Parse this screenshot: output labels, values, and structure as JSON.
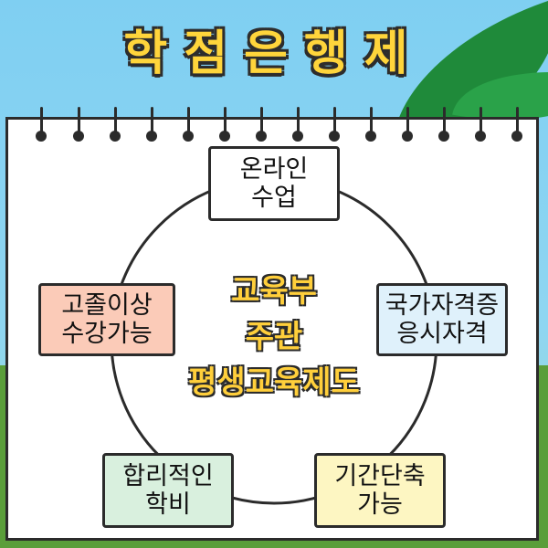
{
  "title": "학점은행제",
  "center": {
    "line1": "교육부",
    "line2": "주관",
    "line3": "평생교육제도"
  },
  "boxes": {
    "online": {
      "line1": "온라인",
      "line2": "수업",
      "color": "#ffffff"
    },
    "certificate": {
      "line1": "국가자격증",
      "line2": "응시자격",
      "color": "#dff1fb"
    },
    "duration": {
      "line1": "기간단축",
      "line2": "가능",
      "color": "#fdf6c2"
    },
    "tuition": {
      "line1": "합리적인",
      "line2": "학비",
      "color": "#d9f0de"
    },
    "eligibility": {
      "line1": "고졸이상",
      "line2": "수강가능",
      "color": "#fbcbb8"
    }
  },
  "colors": {
    "title": "#ffd53b",
    "center_text": "#ffcf3b",
    "outline": "#2b2b2b"
  }
}
